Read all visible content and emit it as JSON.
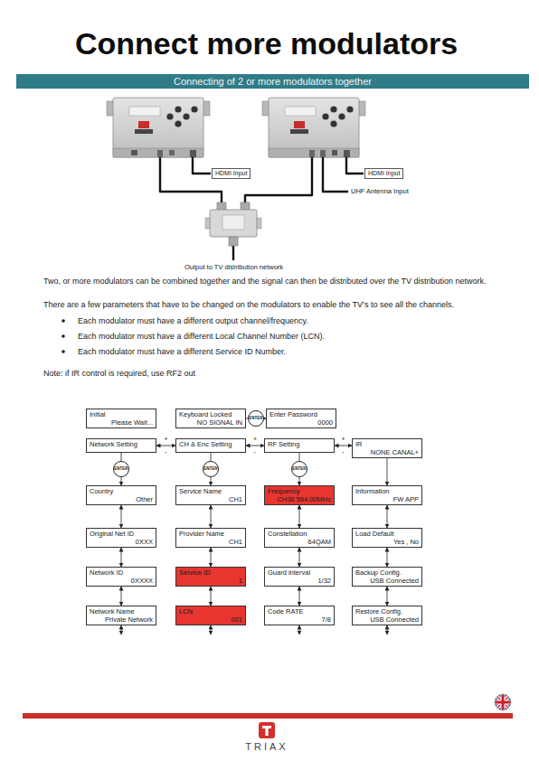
{
  "diagram": {
    "title": "Connect more modulators",
    "nodes": [
      {
        "text": [
          "Connecting of 2 or more modulators together"
        ]
      },
      {
        "text": [
          "HDMI Input"
        ]
      },
      {
        "text": [
          "HDMI Input"
        ]
      },
      {
        "text": [
          "Initial",
          "Please Wait..."
        ]
      },
      {
        "text": [
          "Keyboard Locked",
          "NO SIGNAL IN"
        ]
      },
      {
        "text": [
          "Enter Password",
          "0000"
        ]
      },
      {
        "text": [
          "Network Setting"
        ]
      },
      {
        "text": [
          "CH & Enc Setting"
        ]
      },
      {
        "text": [
          "RF Setting"
        ]
      },
      {
        "text": [
          "IR",
          "NONE CANAL+"
        ]
      },
      {
        "text": [
          "Country",
          "Other"
        ]
      },
      {
        "text": [
          "Service Name",
          "CH1"
        ]
      },
      {
        "text": [
          "Frequency",
          "CH36 594.00MHz"
        ]
      },
      {
        "text": [
          "Information",
          "FW APP"
        ]
      },
      {
        "text": [
          "Original Net ID",
          "0XXX"
        ]
      },
      {
        "text": [
          "Provider Name",
          "CH1"
        ]
      },
      {
        "text": [
          "Constellation",
          "64QAM"
        ]
      },
      {
        "text": [
          "Load Default",
          "Yes , No"
        ]
      },
      {
        "text": [
          "Network ID",
          "0XXXX"
        ]
      },
      {
        "text": [
          "Service ID",
          "1"
        ]
      },
      {
        "text": [
          "Guard interval",
          "1/32"
        ]
      },
      {
        "text": [
          "Backup Config.",
          "USB Connected"
        ]
      },
      {
        "text": [
          "Network Name",
          "Private Network"
        ]
      },
      {
        "text": [
          "LCN",
          "001"
        ]
      },
      {
        "text": [
          "Code RATE",
          "7/8"
        ]
      },
      {
        "text": [
          "Restore Config.",
          "USB Connected"
        ]
      }
    ],
    "edges": [
      {
        "from": 4,
        "to": 5,
        "arrow": "to",
        "label": "ENTER"
      },
      {
        "from": 6,
        "to": 7,
        "arrow": "both"
      },
      {
        "from": 7,
        "to": 8,
        "arrow": "both"
      },
      {
        "from": 8,
        "to": 9,
        "arrow": "both"
      },
      {
        "from": 6,
        "to": 10,
        "arrow": "to",
        "label": "ENTER"
      },
      {
        "from": 7,
        "to": 11,
        "arrow": "to",
        "label": "ENTER"
      },
      {
        "from": 8,
        "to": 12,
        "arrow": "to",
        "label": "ENTER"
      },
      {
        "from": 9,
        "to": 13,
        "arrow": "to"
      },
      {
        "from": 10,
        "to": 14,
        "arrow": "both"
      },
      {
        "from": 11,
        "to": 15,
        "arrow": "both"
      },
      {
        "from": 12,
        "to": 16,
        "arrow": "both"
      },
      {
        "from": 13,
        "to": 17,
        "arrow": "both"
      },
      {
        "from": 14,
        "to": 18,
        "arrow": "both"
      },
      {
        "from": 15,
        "to": 19,
        "arrow": "both"
      },
      {
        "from": 16,
        "to": 20,
        "arrow": "both"
      },
      {
        "from": 17,
        "to": 21,
        "arrow": "both"
      },
      {
        "from": 18,
        "to": 22,
        "arrow": "both"
      },
      {
        "from": 19,
        "to": 23,
        "arrow": "both"
      },
      {
        "from": 20,
        "to": 24,
        "arrow": "both"
      },
      {
        "from": 21,
        "to": 25,
        "arrow": "both"
      }
    ],
    "labels": [
      "UHF Antenna Input",
      "Output to TV distribution network",
      "Two, or more modulators can be combined together and the signal can then be distributed over the TV distribution network.",
      "There are a few parameters that have to be changed on the modulators to enable the TV’s to see all the channels.",
      "Each modulator must have a different output channel/frequency.",
      "Each modulator must have a different Local Channel Number (LCN).",
      "Each modulator must have a different Service ID Number.",
      "Note: if IR control is required, use RF2 out",
      "+",
      "-",
      "+",
      "-",
      "+",
      "-",
      "TRIAX"
    ]
  }
}
